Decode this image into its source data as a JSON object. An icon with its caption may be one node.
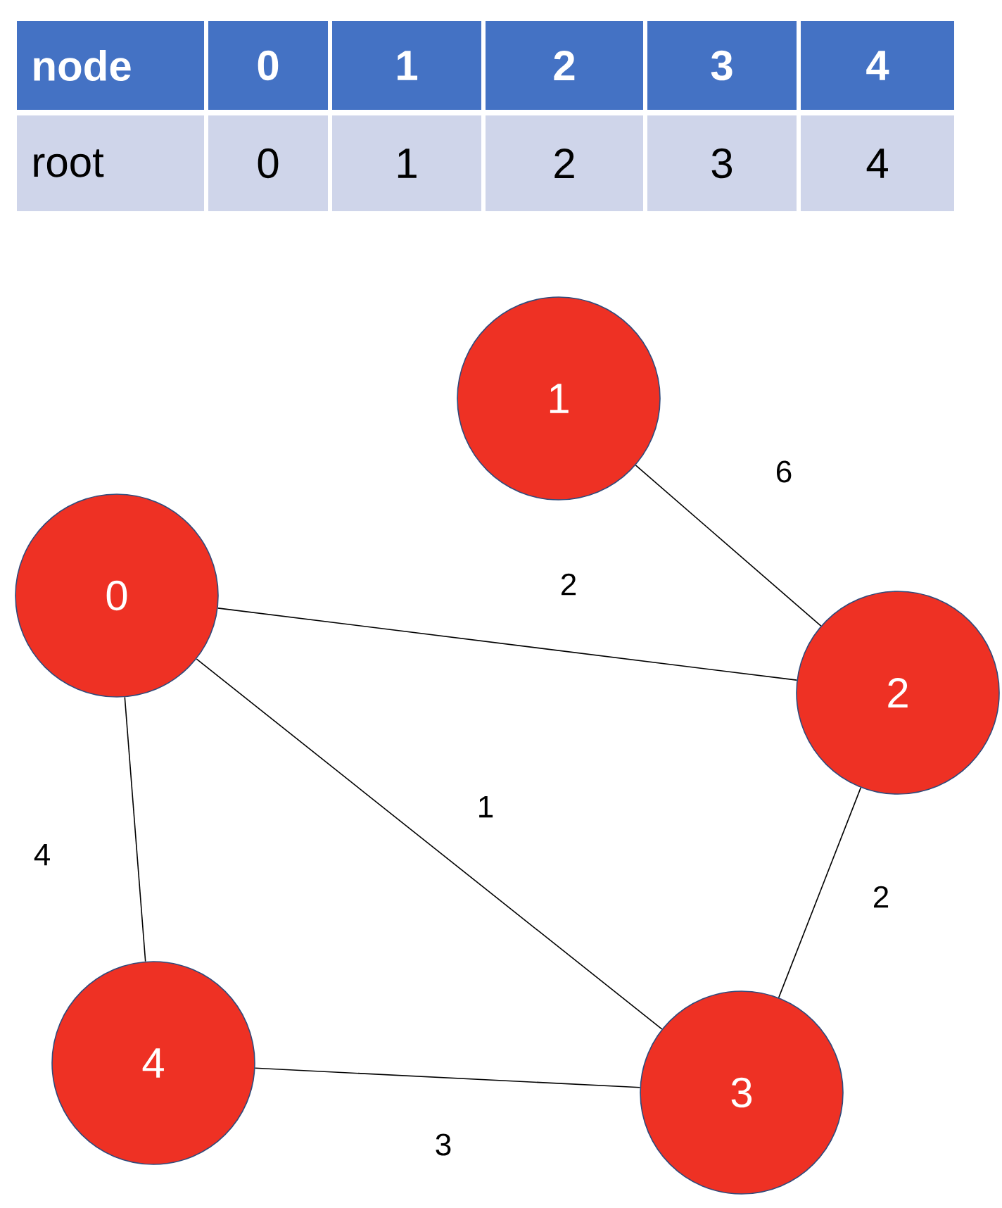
{
  "diagram": {
    "nodes": [
      {
        "text": [
          "1"
        ]
      },
      {
        "text": [
          "0"
        ]
      },
      {
        "text": [
          "2"
        ]
      },
      {
        "text": [
          "4"
        ]
      },
      {
        "text": [
          "3"
        ]
      }
    ],
    "edges": [
      {
        "from": 0,
        "to": 2,
        "arrow": "none",
        "label": "6"
      },
      {
        "from": 1,
        "to": 2,
        "arrow": "none",
        "label": "2"
      },
      {
        "from": 1,
        "to": 4,
        "arrow": "none",
        "label": "1"
      },
      {
        "from": 1,
        "to": 3,
        "arrow": "none",
        "label": "4"
      },
      {
        "from": 2,
        "to": 4,
        "arrow": "none",
        "label": "2"
      },
      {
        "from": 3,
        "to": 4,
        "arrow": "none",
        "label": "3"
      }
    ],
    "labels": [
      "node",
      "0",
      "1",
      "2",
      "3",
      "4",
      "root",
      "0",
      "1",
      "2",
      "3",
      "4"
    ]
  }
}
